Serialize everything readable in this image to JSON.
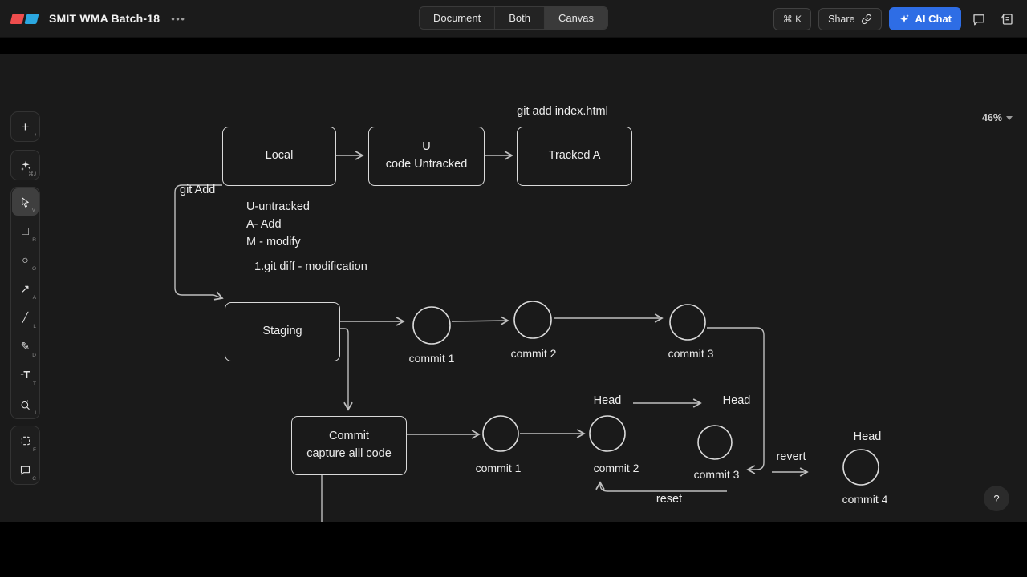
{
  "topbar": {
    "title": "SMIT WMA Batch-18",
    "menu_dots": "•••",
    "tabs": [
      {
        "label": "Document"
      },
      {
        "label": "Both"
      },
      {
        "label": "Canvas"
      }
    ],
    "command_k_label": "⌘ K",
    "share_label": "Share",
    "ai_chat_label": "AI Chat",
    "logo_red": "#ee4d4d",
    "logo_blue": "#2ba7e0",
    "accent_blue": "#2e6de5"
  },
  "toolbar": {
    "add": {
      "glyph": "+",
      "shortcut": "/"
    },
    "ai_diagram": {
      "shortcut": "⌘J"
    },
    "select": {
      "shortcut": "V"
    },
    "rectangle": {
      "glyph": "□",
      "shortcut": "R"
    },
    "ellipse": {
      "glyph": "○",
      "shortcut": "O"
    },
    "arrow": {
      "glyph": "↗",
      "shortcut": "A"
    },
    "line": {
      "glyph": "╱",
      "shortcut": "L"
    },
    "draw": {
      "glyph": "✎",
      "shortcut": "D"
    },
    "text": {
      "glyph_small": "т",
      "glyph": "T",
      "shortcut": "T"
    },
    "icon_search": {
      "shortcut": "I"
    },
    "frame": {
      "shortcut": "F"
    },
    "comment": {
      "shortcut": "C"
    }
  },
  "canvas_controls": {
    "zoom_level": "46%",
    "help_label": "?"
  },
  "diagram": {
    "boxes": {
      "local": "Local",
      "untracked_line1": "U",
      "untracked_line2": "code Untracked",
      "tracked": "Tracked A",
      "staging": "Staging",
      "commit_line1": "Commit",
      "commit_line2": "capture alll code"
    },
    "annotations": {
      "git_add_index": "git add index.html",
      "git_add_label": "git Add",
      "note_u": "U-untracked",
      "note_a": "A- Add",
      "note_m": "M - modify",
      "note_diff": "1.git diff - modification",
      "head_left": "Head",
      "head_right": "Head",
      "head_far_right": "Head",
      "revert": "revert",
      "reset": "reset"
    },
    "commit_labels": {
      "row1_c1": "commit 1",
      "row1_c2": "commit 2",
      "row1_c3": "commit 3",
      "row2_c1": "commit 1",
      "row2_c2": "commit 2",
      "row2_c3": "commit 3",
      "row2_c4": "commit 4"
    },
    "stroke_color": "#d9d9d9",
    "arrow_color": "#bfbfbf"
  }
}
